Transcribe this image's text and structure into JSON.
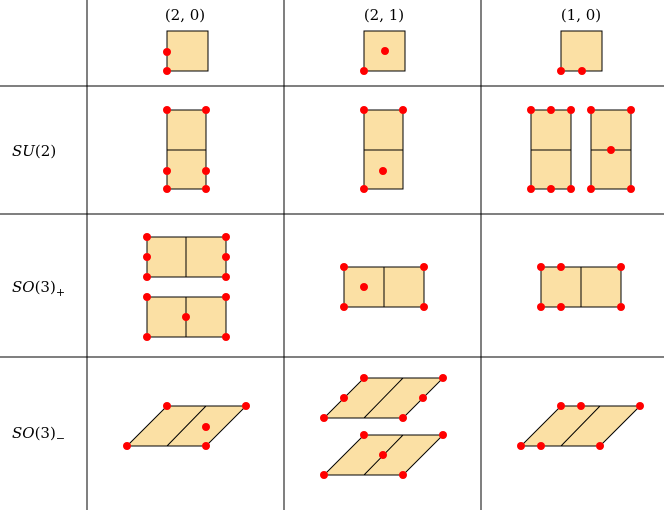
{
  "columns": [
    {
      "label": "(2, 0)"
    },
    {
      "label": "(2, 1)"
    },
    {
      "label": "(1, 0)"
    }
  ],
  "rows": [
    {
      "name": "SU",
      "arg": "(2)",
      "sub": ""
    },
    {
      "name": "SO",
      "arg": "(3)",
      "sub": "+"
    },
    {
      "name": "SO",
      "arg": "(3)",
      "sub": "−"
    }
  ],
  "colors": {
    "cell_fill": "#fbe0a4",
    "dot": "#ff0000",
    "line": "#000000"
  }
}
